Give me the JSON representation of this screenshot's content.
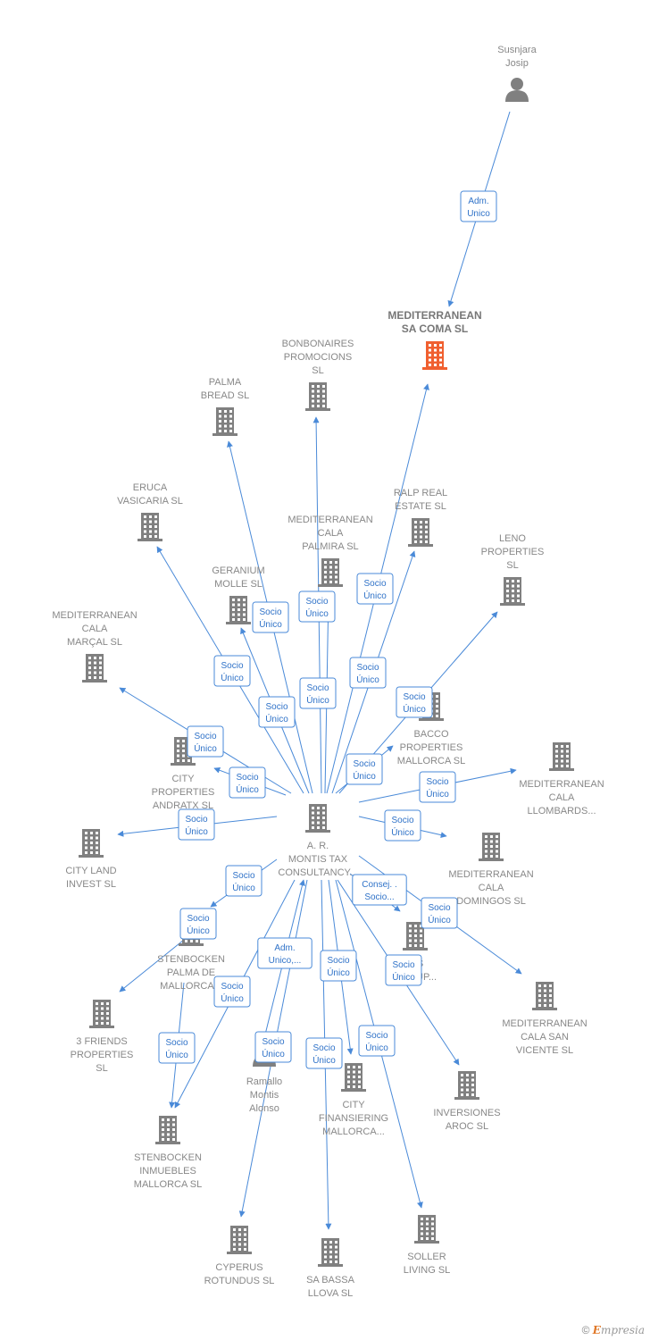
{
  "colors": {
    "edge": "#4a8ad8",
    "badge_text": "#2f72c8",
    "building": "#808080",
    "focus_building": "#f06030",
    "label": "#888888"
  },
  "nodes": [
    {
      "id": "susnjara",
      "type": "person-icon",
      "lines": [
        "Susnjara",
        "Josip"
      ]
    },
    {
      "id": "med_sa_coma",
      "type": "building-icon",
      "focus": true,
      "lines": [
        "MEDITERRANEAN",
        "SA COMA  SL"
      ]
    },
    {
      "id": "bonbonaires",
      "type": "building-icon",
      "lines": [
        "BONBONAIRES",
        "PROMOCIONS",
        "SL"
      ]
    },
    {
      "id": "palma_bread",
      "type": "building-icon",
      "lines": [
        "PALMA",
        "BREAD  SL"
      ]
    },
    {
      "id": "eruca",
      "type": "building-icon",
      "lines": [
        "ERUCA",
        "VASICARIA  SL"
      ]
    },
    {
      "id": "ralp",
      "type": "building-icon",
      "lines": [
        "RALP REAL",
        "ESTATE  SL"
      ]
    },
    {
      "id": "med_palmira",
      "type": "building-icon",
      "lines": [
        "MEDITERRANEAN",
        "CALA",
        "PALMIRA  SL"
      ]
    },
    {
      "id": "leno",
      "type": "building-icon",
      "lines": [
        "LENO",
        "PROPERTIES",
        "SL"
      ]
    },
    {
      "id": "geranium",
      "type": "building-icon",
      "lines": [
        "GERANIUM",
        "MOLLE  SL"
      ]
    },
    {
      "id": "med_marcal",
      "type": "building-icon",
      "lines": [
        "MEDITERRANEAN",
        "CALA",
        "MARÇAL  SL"
      ]
    },
    {
      "id": "bacco",
      "type": "building-icon",
      "lines": [
        "BACCO",
        "PROPERTIES",
        "MALLORCA  SL"
      ]
    },
    {
      "id": "city_andratx",
      "type": "building-icon",
      "lines": [
        "CITY",
        "PROPERTIES",
        "ANDRATX  SL"
      ]
    },
    {
      "id": "med_llombards",
      "type": "building-icon",
      "lines": [
        "MEDITERRANEAN",
        "CALA",
        "LLOMBARDS..."
      ]
    },
    {
      "id": "city_land",
      "type": "building-icon",
      "lines": [
        "CITY LAND",
        "INVEST  SL"
      ]
    },
    {
      "id": "ar_montis",
      "type": "building-icon",
      "lines": [
        "A.  R.",
        "MONTIS TAX",
        "CONSULTANCY..."
      ]
    },
    {
      "id": "med_domingos",
      "type": "building-icon",
      "lines": [
        "MEDITERRANEAN",
        "CALA",
        "DOMINGOS  SL"
      ]
    },
    {
      "id": "stenbocken_palma",
      "type": "building-icon",
      "lines": [
        "STENBOCKEN",
        "PALMA DE",
        "MALLORCA..."
      ]
    },
    {
      "id": "ics_group",
      "type": "building-icon",
      "lines": [
        "ICS",
        "GROUP..."
      ]
    },
    {
      "id": "med_sanvicente",
      "type": "building-icon",
      "lines": [
        "MEDITERRANEAN",
        "CALA SAN",
        "VICENTE  SL"
      ]
    },
    {
      "id": "friends3",
      "type": "building-icon",
      "lines": [
        "3 FRIENDS",
        "PROPERTIES",
        "SL"
      ]
    },
    {
      "id": "ramallo",
      "type": "person-icon",
      "lines": [
        "Ramallo",
        "Montis",
        "Alonso"
      ]
    },
    {
      "id": "city_fin",
      "type": "building-icon",
      "lines": [
        "CITY",
        "FINANSIERING",
        "MALLORCA..."
      ]
    },
    {
      "id": "aroc",
      "type": "building-icon",
      "lines": [
        "INVERSIONES",
        "AROC  SL"
      ]
    },
    {
      "id": "stenbocken_inm",
      "type": "building-icon",
      "lines": [
        "STENBOCKEN",
        "INMUEBLES",
        "MALLORCA  SL"
      ]
    },
    {
      "id": "cyperus",
      "type": "building-icon",
      "lines": [
        "CYPERUS",
        "ROTUNDUS  SL"
      ]
    },
    {
      "id": "sabassa",
      "type": "building-icon",
      "lines": [
        "SA BASSA",
        "LLOVA  SL"
      ]
    },
    {
      "id": "soller",
      "type": "building-icon",
      "lines": [
        "SOLLER",
        "LIVING  SL"
      ]
    }
  ],
  "edges": [
    {
      "from": "susnjara",
      "to": "med_sa_coma",
      "label": [
        "Adm.",
        "Unico"
      ]
    },
    {
      "from": "ar_montis",
      "to": "med_sa_coma",
      "label": [
        "Socio",
        "Único"
      ]
    },
    {
      "from": "ar_montis",
      "to": "bonbonaires",
      "label": [
        "Socio",
        "Único"
      ]
    },
    {
      "from": "ar_montis",
      "to": "palma_bread",
      "label": [
        "Socio",
        "Único"
      ]
    },
    {
      "from": "ar_montis",
      "to": "eruca",
      "label": [
        "Socio",
        "Único"
      ]
    },
    {
      "from": "ar_montis",
      "to": "ralp",
      "label": [
        "Socio",
        "Único"
      ]
    },
    {
      "from": "ar_montis",
      "to": "med_palmira",
      "label": [
        "Socio",
        "Único"
      ]
    },
    {
      "from": "ar_montis",
      "to": "leno",
      "label": [
        "Socio",
        "Único"
      ]
    },
    {
      "from": "ar_montis",
      "to": "geranium",
      "label": [
        "Socio",
        "Único"
      ]
    },
    {
      "from": "ar_montis",
      "to": "med_marcal",
      "label": [
        "Socio",
        "Único"
      ]
    },
    {
      "from": "ar_montis",
      "to": "bacco",
      "label": [
        "Socio",
        "Único"
      ]
    },
    {
      "from": "ar_montis",
      "to": "city_andratx",
      "label": [
        "Socio",
        "Único"
      ]
    },
    {
      "from": "ar_montis",
      "to": "med_llombards",
      "label": [
        "Socio",
        "Único"
      ]
    },
    {
      "from": "ar_montis",
      "to": "city_land",
      "label": [
        "Socio",
        "Único"
      ]
    },
    {
      "from": "ar_montis",
      "to": "med_domingos",
      "label": [
        "Socio",
        "Único"
      ]
    },
    {
      "from": "ar_montis",
      "to": "stenbocken_palma",
      "label": [
        "Socio",
        "Único"
      ]
    },
    {
      "from": "ar_montis",
      "to": "ics_group",
      "label": [
        "Consej. .",
        "Socio..."
      ]
    },
    {
      "from": "ar_montis",
      "to": "med_sanvicente",
      "label": [
        "Socio",
        "Único"
      ]
    },
    {
      "from": "stenbocken_palma",
      "to": "friends3",
      "label": [
        "Socio",
        "Único"
      ]
    },
    {
      "from": "ramallo",
      "to": "ar_montis",
      "label": [
        "Adm.",
        "Unico,..."
      ]
    },
    {
      "from": "ar_montis",
      "to": "city_fin",
      "label": [
        "Socio",
        "Único"
      ]
    },
    {
      "from": "ar_montis",
      "to": "aroc",
      "label": [
        "Socio",
        "Único"
      ]
    },
    {
      "from": "ar_montis",
      "to": "stenbocken_inm",
      "label": [
        "Socio",
        "Único"
      ]
    },
    {
      "from": "stenbocken_palma",
      "to": "stenbocken_inm",
      "label": [
        "Socio",
        "Único"
      ]
    },
    {
      "from": "ar_montis",
      "to": "cyperus",
      "label": [
        "Socio",
        "Único"
      ]
    },
    {
      "from": "ar_montis",
      "to": "sabassa",
      "label": [
        "Socio",
        "Único"
      ]
    },
    {
      "from": "ar_montis",
      "to": "soller",
      "label": [
        "Socio",
        "Único"
      ]
    }
  ],
  "footer": {
    "copyright": "©",
    "brand_first": "E",
    "brand_rest": "mpresia"
  }
}
